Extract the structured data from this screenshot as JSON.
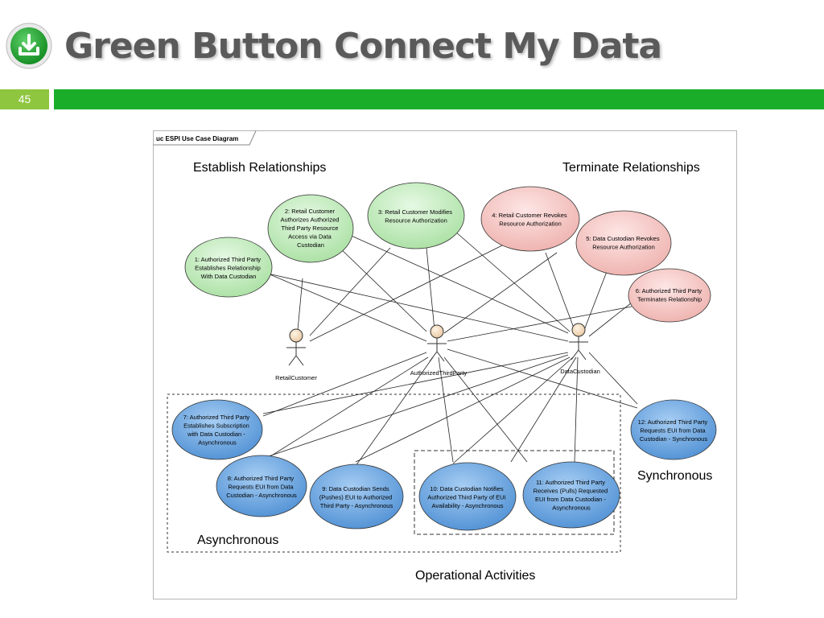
{
  "slide": {
    "title": "Green Button Connect My Data",
    "number": "45",
    "logo_icon": "download-arrow-icon"
  },
  "diagram": {
    "frame_label": "uc ESPI Use Case Diagram",
    "section_labels": {
      "establish": "Establish Relationships",
      "terminate": "Terminate Relationships",
      "asynchronous": "Asynchronous",
      "synchronous": "Synchronous",
      "operational": "Operational Activities"
    },
    "actors": {
      "retail_customer": "RetailCustomer",
      "authorized_third_party": "AuthorizedThirdParty",
      "data_custodian": "DataCustodian"
    },
    "use_cases": {
      "uc1": [
        "1: Authorized Third Party",
        "Establishes Relationship",
        "With Data Custodian"
      ],
      "uc2": [
        "2: Retail Customer",
        "Authorizes Authorized",
        "Third Party Resource",
        "Access via Data",
        "Custodian"
      ],
      "uc3": [
        "3: Retail Customer Modifies",
        "Resource Authorization"
      ],
      "uc4": [
        "4: Retail Customer Revokes",
        "Resource Authorization"
      ],
      "uc5": [
        "5: Data Custodian Revokes",
        "Resource Authorization"
      ],
      "uc6": [
        "6: Authorized Third Party",
        "Terminates Relationship"
      ],
      "uc7": [
        "7: Authorized Third Party",
        "Establishes Subscription",
        "with Data Custodian -",
        "Asynchronous"
      ],
      "uc8": [
        "8: Authorized Third Party",
        "Requests EUI from Data",
        "Custodian - Asynchronous"
      ],
      "uc9": [
        "9: Data Custodian Sends",
        "(Pushes) EUI to Authorized",
        "Third Party - Asynchronous"
      ],
      "uc10": [
        "10: Data Custodian Notifies",
        "Authorized Third Party of EUI",
        "Availability - Asynchronous"
      ],
      "uc11": [
        "11: Authorized Third Party",
        "Receives (Pulls) Requested",
        "EUI from Data Custodian -",
        "Asynchronous"
      ],
      "uc12": [
        "12: Authorized Third Party",
        "Requests EUI from Data",
        "Custodian - Synchronous"
      ]
    },
    "colors": {
      "establish_fill": "#c3edbf",
      "terminate_fill": "#f4c8c6",
      "data_fill": "#6aa6e0",
      "brand_green": "#1aad2a",
      "slide_number_bg": "#8ec63f",
      "title_text": "#5a5a5a"
    }
  }
}
